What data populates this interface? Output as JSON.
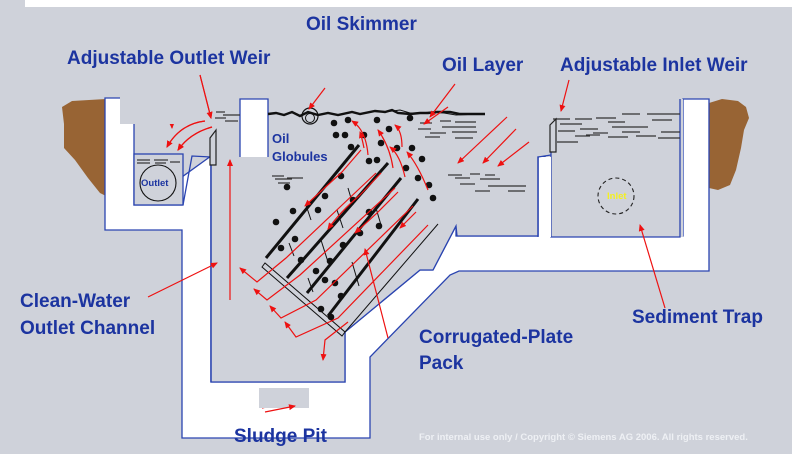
{
  "diagram": {
    "title": "Oil-Water Separator (Corrugated-Plate Interceptor)",
    "labels": {
      "oil_skimmer": "Oil Skimmer",
      "adjustable_outlet_weir": "Adjustable Outlet Weir",
      "oil_layer": "Oil Layer",
      "adjustable_inlet_weir": "Adjustable Inlet Weir",
      "oil_globules_line1": "Oil",
      "oil_globules_line2": "Globules",
      "outlet": "Outlet",
      "inlet": "Inlet",
      "clean_water_line1": "Clean-Water",
      "clean_water_line2": "Outlet Channel",
      "corrugated_line1": "Corrugated-Plate",
      "corrugated_line2": "Pack",
      "sediment_trap": "Sediment Trap",
      "sludge_pit": "Sludge Pit"
    },
    "colors": {
      "background": "#cfd2da",
      "label": "#1c34a0",
      "arrow": "#ee1111",
      "wall": "#ffffff",
      "wall_outline": "#2a44b0",
      "soil": "#986434",
      "inlet_text": "#f4f020"
    }
  },
  "footer": {
    "copyright": "For internal use only / Copyright © Siemens AG 2006. All rights reserved."
  }
}
